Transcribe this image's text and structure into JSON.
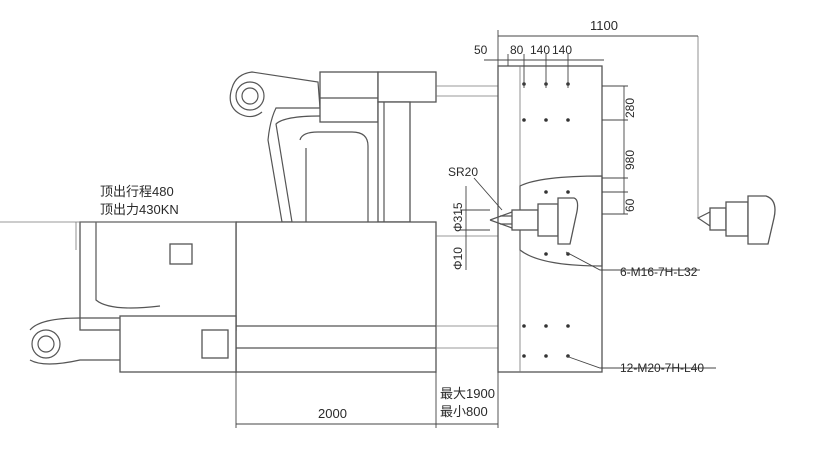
{
  "labels": {
    "top_total": "1100",
    "d50": "50",
    "d80": "80",
    "d140a": "140",
    "d140b": "140",
    "v280": "280",
    "v980": "980",
    "v60": "60",
    "sr20": "SR20",
    "phi315": "Φ315",
    "phi10": "Φ10",
    "stroke": "顶出行程480",
    "force": "顶出力430KN",
    "m16": "6-M16-7H-L32",
    "m20": "12-M20-7H-L40",
    "max": "最大1900",
    "min": "最小800",
    "bottom": "2000"
  }
}
